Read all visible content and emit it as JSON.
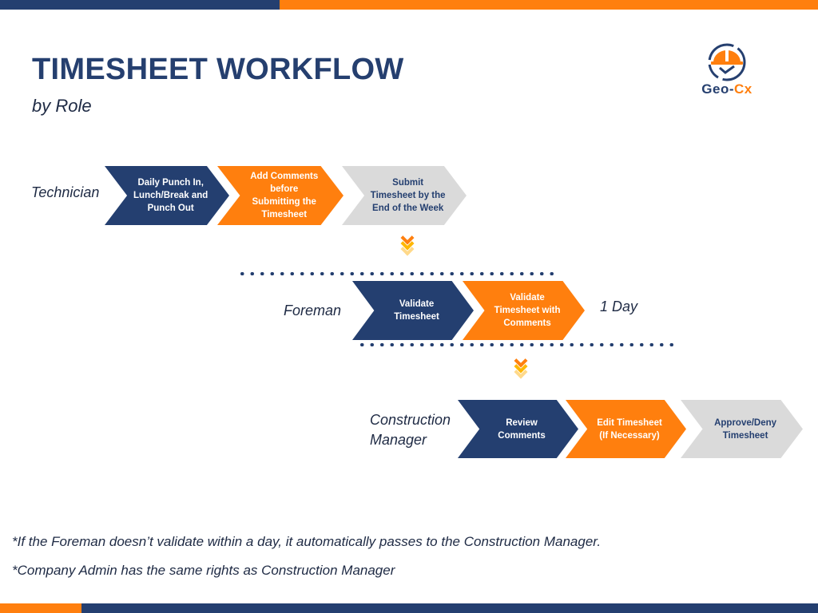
{
  "header": {
    "title": "TIMESHEET WORKFLOW",
    "subtitle": "by Role"
  },
  "logo": {
    "icon": "hard-hat-check-icon",
    "text_main": "Geo-",
    "text_accent": "Cx"
  },
  "colors": {
    "navy": "#243f70",
    "orange": "#ff7f0e",
    "gray": "#dadada",
    "arrow_1": "#ff7f0e",
    "arrow_2": "#ffb700",
    "arrow_3": "#ffd98a"
  },
  "roles": [
    {
      "name": "Technician",
      "steps": [
        {
          "label": "Daily Punch In, Lunch/Break and Punch Out",
          "color": "navy"
        },
        {
          "label": "Add Comments before Submitting the Timesheet",
          "color": "orange"
        },
        {
          "label": "Submit Timesheet by the End of the Week",
          "color": "gray"
        }
      ]
    },
    {
      "name": "Foreman",
      "steps": [
        {
          "label": "Validate Timesheet",
          "color": "navy"
        },
        {
          "label": "Validate Timesheet with Comments",
          "color": "orange"
        }
      ],
      "duration": "1 Day"
    },
    {
      "name": "Construction Manager",
      "name_line1": "Construction",
      "name_line2": "Manager",
      "steps": [
        {
          "label": "Review Comments",
          "color": "navy"
        },
        {
          "label": "Edit Timesheet (If Necessary)",
          "color": "orange"
        },
        {
          "label": "Approve/Deny Timesheet",
          "color": "gray"
        }
      ]
    }
  ],
  "notes": [
    "*If the Foreman doesn’t validate within a day, it automatically passes to the Construction Manager.",
    "*Company Admin has the same rights as Construction Manager"
  ]
}
